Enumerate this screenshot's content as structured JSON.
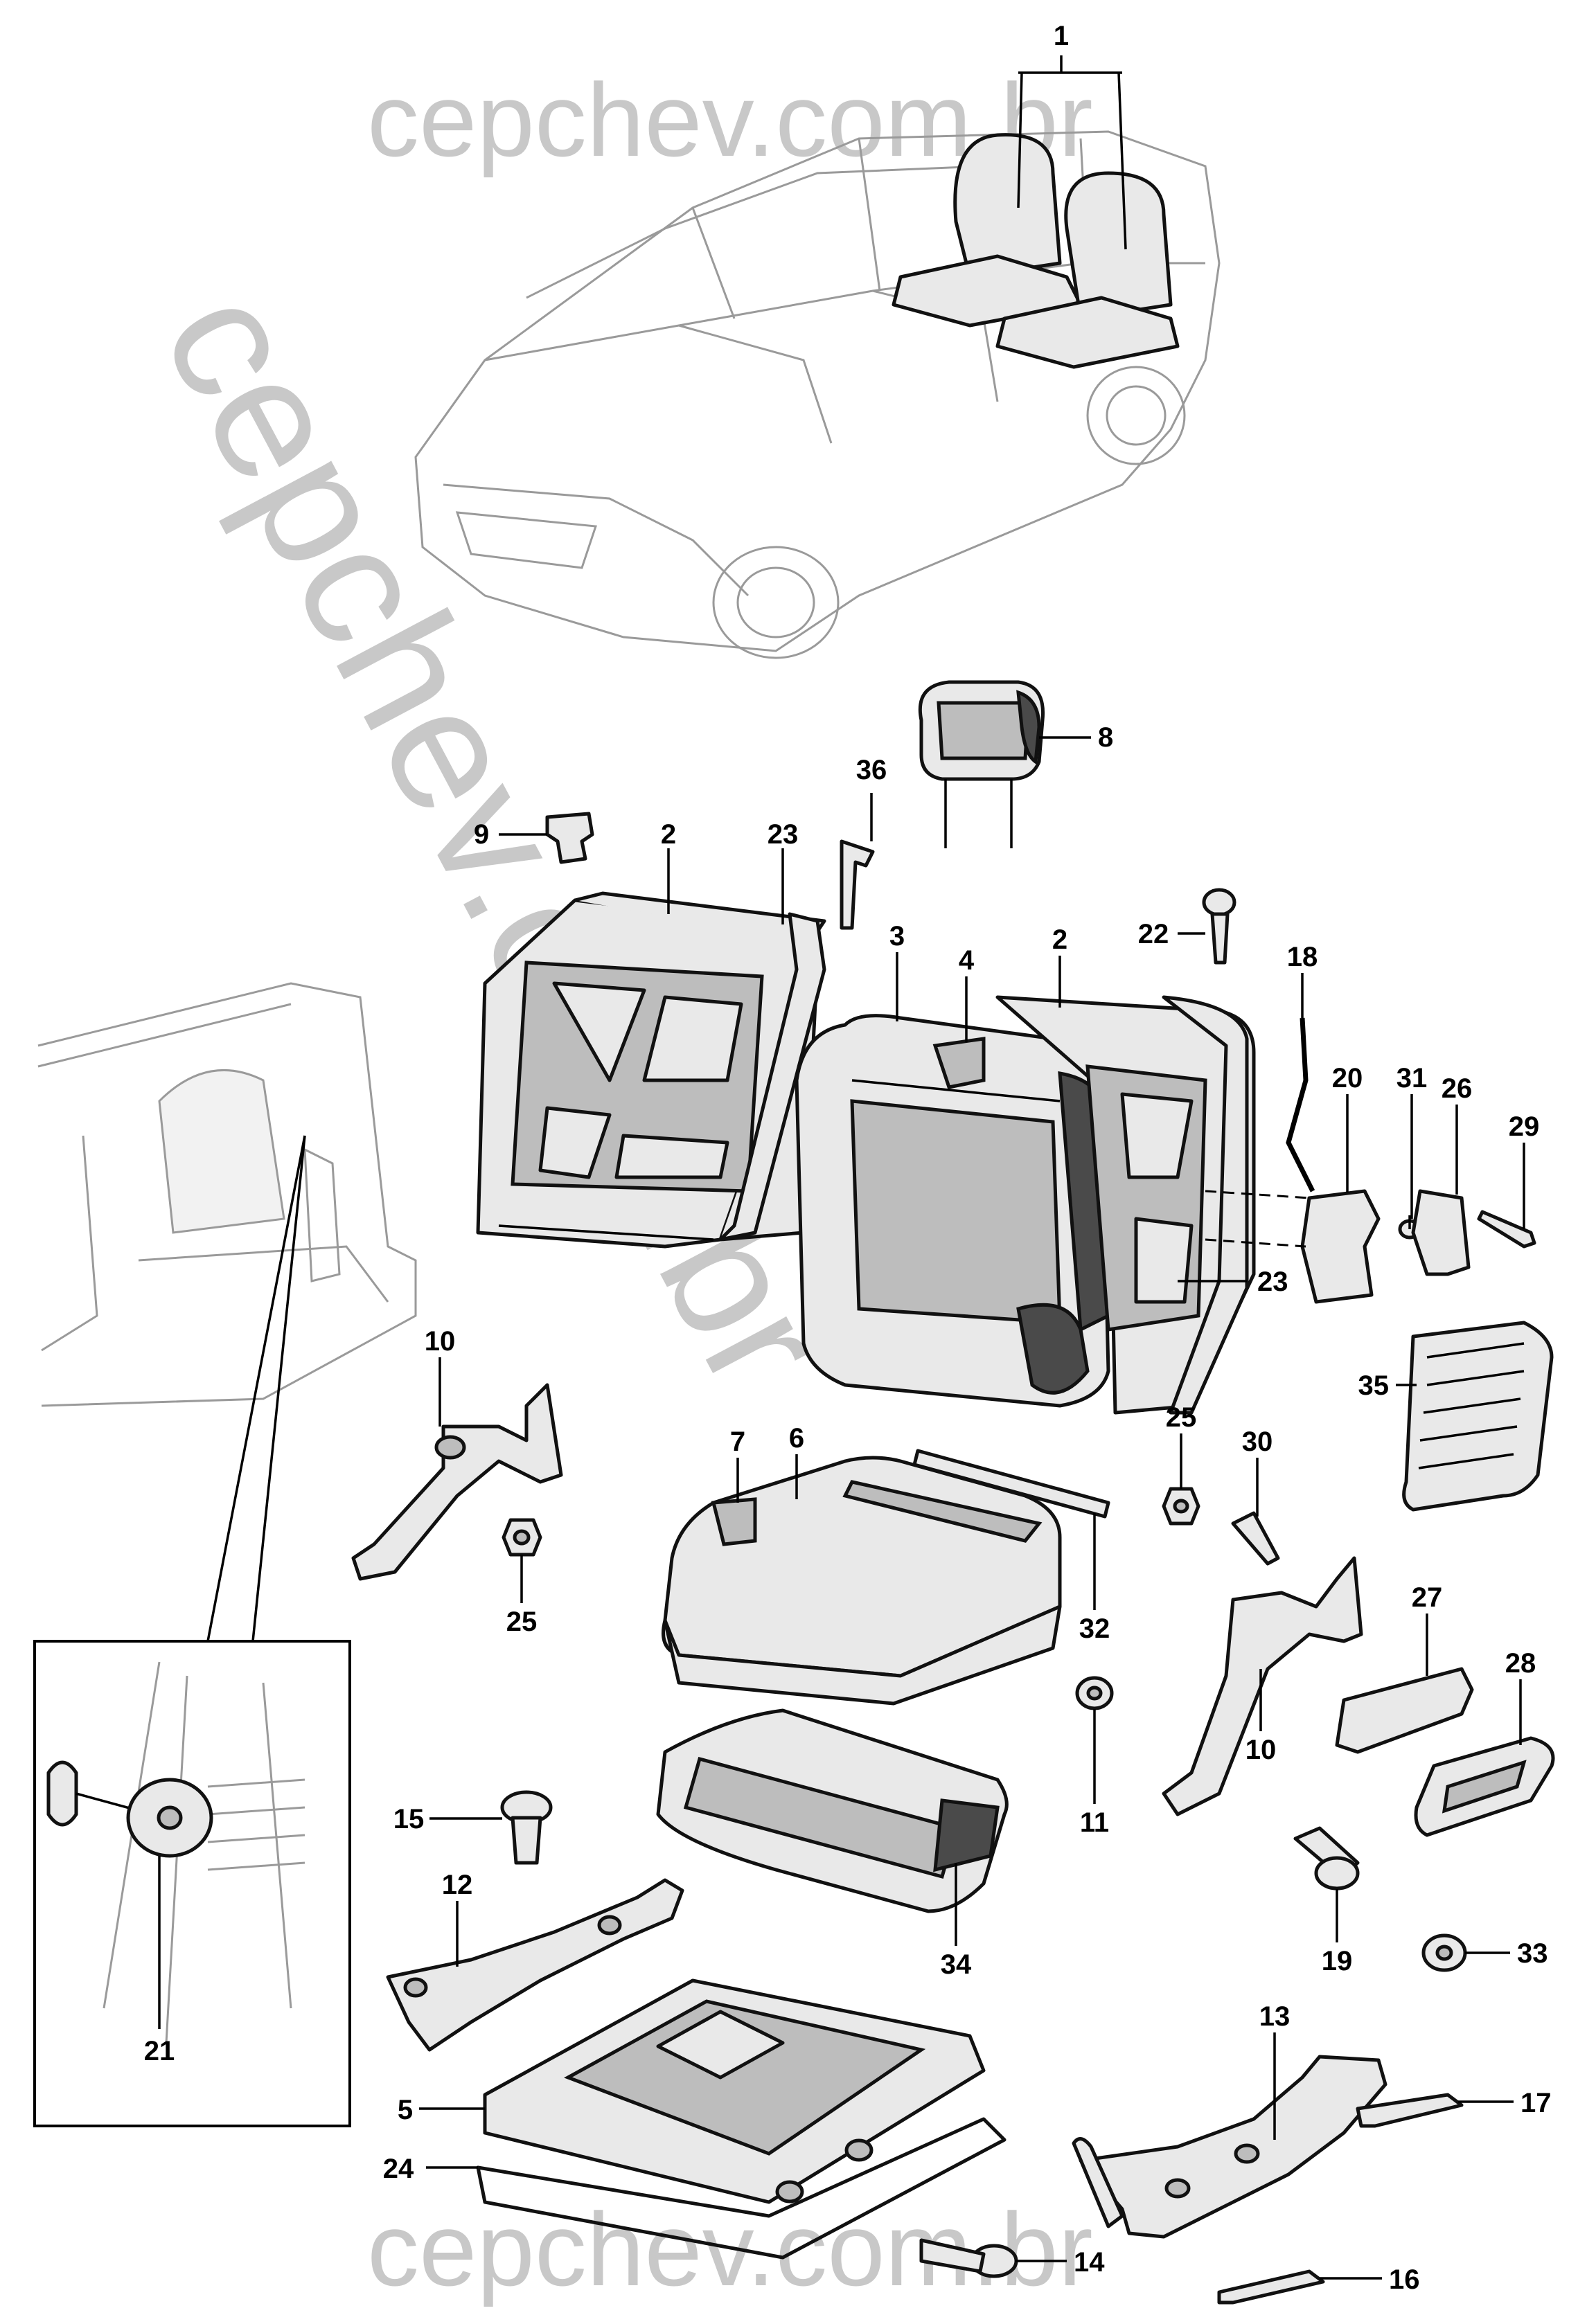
{
  "watermarks": {
    "top": "cepchev.com.br",
    "bottom": "cepchev.com.br",
    "diagonal": "cepchev.com.br"
  },
  "callouts": {
    "c1": "1",
    "c2a": "2",
    "c2b": "2",
    "c3": "3",
    "c4": "4",
    "c5": "5",
    "c6": "6",
    "c7": "7",
    "c8": "8",
    "c9": "9",
    "c10a": "10",
    "c10b": "10",
    "c11": "11",
    "c12": "12",
    "c13": "13",
    "c14": "14",
    "c15": "15",
    "c16": "16",
    "c17": "17",
    "c18": "18",
    "c19": "19",
    "c20": "20",
    "c21": "21",
    "c22": "22",
    "c23a": "23",
    "c23b": "23",
    "c24": "24",
    "c25a": "25",
    "c25b": "25",
    "c26": "26",
    "c27": "27",
    "c28": "28",
    "c29": "29",
    "c30": "30",
    "c31": "31",
    "c32": "32",
    "c33": "33",
    "c34": "34",
    "c35": "35",
    "c36": "36"
  }
}
